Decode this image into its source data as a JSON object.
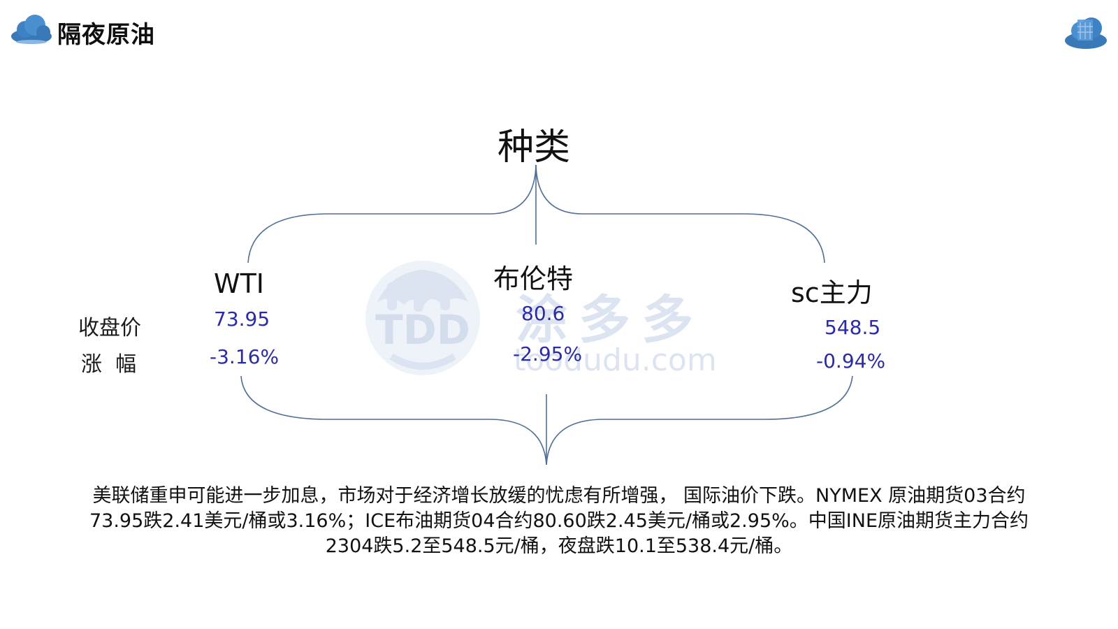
{
  "header": {
    "title": "隔夜原油"
  },
  "watermark": {
    "logo_text": "TDD",
    "name_cn": "涂多多",
    "url": "toodudu.com"
  },
  "diagram": {
    "root": "种类",
    "categories": [
      {
        "name": "WTI",
        "close": "73.95",
        "change": "-3.16%"
      },
      {
        "name": "布伦特",
        "close": "80.6",
        "change": "-2.95%"
      },
      {
        "name": "sc主力",
        "close": "548.5",
        "change": "-0.94%"
      }
    ],
    "row_labels": {
      "close": "收盘价",
      "change": "涨  幅"
    }
  },
  "summary": "美联储重申可能进一步加息，市场对于经济增长放缓的忧虑有所增强， 国际油价下跌。NYMEX 原油期货03合约73.95跌2.41美元/桶或3.16%；ICE布油期货04合约80.60跌2.45美元/桶或2.95%。中国INE原油期货主力合约2304跌5.2至548.5元/桶，夜盘跌10.1至538.4元/桶。",
  "colors": {
    "value_text": "#2b2ba6",
    "brace_line": "#4f6f96",
    "cloud_logo": "#3a79b8",
    "watermark": "#dce4f1"
  }
}
